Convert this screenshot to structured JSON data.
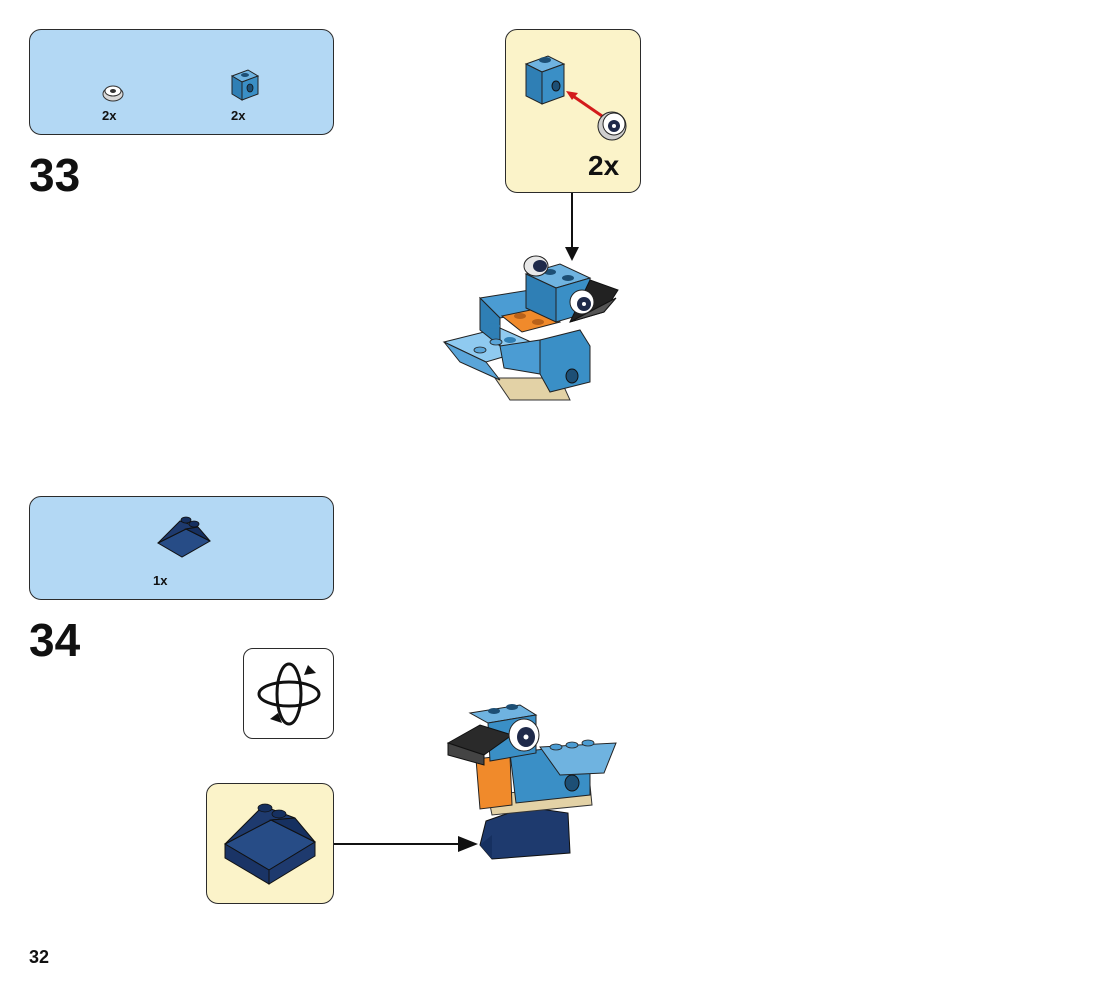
{
  "page": {
    "number": "32"
  },
  "steps": [
    {
      "number": "33",
      "parts": [
        {
          "icon": "round-eye-tile",
          "qty": "2x"
        },
        {
          "icon": "blue-brick-with-stud",
          "qty": "2x"
        }
      ],
      "callout": {
        "qty": "2x"
      }
    },
    {
      "number": "34",
      "parts": [
        {
          "icon": "dark-blue-slope",
          "qty": "1x"
        }
      ],
      "rotate_icon": "rotate-model-icon"
    }
  ],
  "colors": {
    "parts_bg": "#b3d8f4",
    "callout_bg": "#fbf3c9",
    "medium_azure": "#3a8fc6",
    "dark_blue": "#1e3a6e",
    "orange": "#f08a2b",
    "tan": "#e3d2a6"
  }
}
